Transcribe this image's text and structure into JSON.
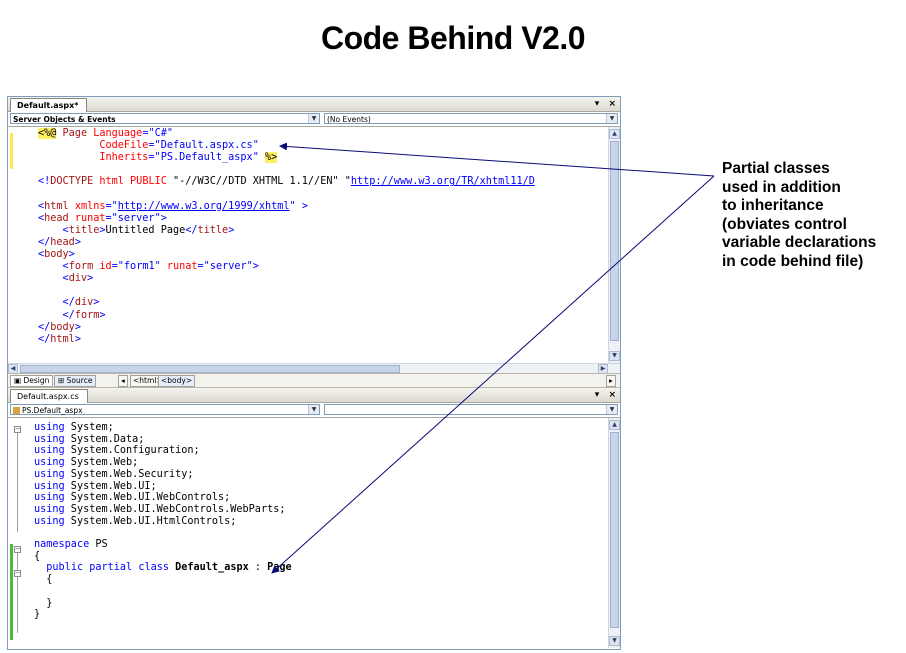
{
  "slide": {
    "title": "Code Behind V2.0",
    "callout_lines": [
      "Partial classes",
      "used in addition",
      "to inheritance",
      "(obviates control",
      "variable declarations",
      "in code behind file)"
    ]
  },
  "top_panel": {
    "tab_label": "Default.aspx*",
    "pin_icon": "▾",
    "close_icon": "×",
    "object_dropdown": "Server Objects & Events",
    "events_dropdown": "(No Events)",
    "code_lines": [
      [
        {
          "c": "asp",
          "t": "<%@"
        },
        {
          "c": "",
          "t": " "
        },
        {
          "c": "t",
          "t": "Page"
        },
        {
          "c": "",
          "t": " "
        },
        {
          "c": "a",
          "t": "Language"
        },
        {
          "c": "k",
          "t": "=\"C#\""
        }
      ],
      [
        {
          "c": "",
          "t": "          "
        },
        {
          "c": "a",
          "t": "CodeFile"
        },
        {
          "c": "k",
          "t": "=\"Default.aspx.cs\""
        }
      ],
      [
        {
          "c": "",
          "t": "          "
        },
        {
          "c": "a",
          "t": "Inherits"
        },
        {
          "c": "k",
          "t": "=\"PS.Default_aspx\""
        },
        {
          "c": "",
          "t": " "
        },
        {
          "c": "asp",
          "t": "%>"
        }
      ],
      [],
      [
        {
          "c": "k",
          "t": "<!"
        },
        {
          "c": "t",
          "t": "DOCTYPE"
        },
        {
          "c": "",
          "t": " "
        },
        {
          "c": "a",
          "t": "html"
        },
        {
          "c": "",
          "t": " "
        },
        {
          "c": "a",
          "t": "PUBLIC"
        },
        {
          "c": "",
          "t": " \"-//W3C//DTD XHTML 1.1//EN\" \""
        },
        {
          "c": "u",
          "t": "http://www.w3.org/TR/xhtml11/D"
        }
      ],
      [],
      [
        {
          "c": "k",
          "t": "<"
        },
        {
          "c": "t",
          "t": "html"
        },
        {
          "c": "",
          "t": " "
        },
        {
          "c": "a",
          "t": "xmlns"
        },
        {
          "c": "k",
          "t": "=\""
        },
        {
          "c": "u",
          "t": "http://www.w3.org/1999/xhtml"
        },
        {
          "c": "k",
          "t": "\""
        },
        {
          "c": "",
          "t": " "
        },
        {
          "c": "k",
          "t": ">"
        }
      ],
      [
        {
          "c": "k",
          "t": "<"
        },
        {
          "c": "t",
          "t": "head"
        },
        {
          "c": "",
          "t": " "
        },
        {
          "c": "a",
          "t": "runat"
        },
        {
          "c": "k",
          "t": "=\"server\">"
        }
      ],
      [
        {
          "c": "",
          "t": "    "
        },
        {
          "c": "k",
          "t": "<"
        },
        {
          "c": "t",
          "t": "title"
        },
        {
          "c": "k",
          "t": ">"
        },
        {
          "c": "",
          "t": "Untitled Page"
        },
        {
          "c": "k",
          "t": "</"
        },
        {
          "c": "t",
          "t": "title"
        },
        {
          "c": "k",
          "t": ">"
        }
      ],
      [
        {
          "c": "k",
          "t": "</"
        },
        {
          "c": "t",
          "t": "head"
        },
        {
          "c": "k",
          "t": ">"
        }
      ],
      [
        {
          "c": "k",
          "t": "<"
        },
        {
          "c": "t",
          "t": "body"
        },
        {
          "c": "k",
          "t": ">"
        }
      ],
      [
        {
          "c": "",
          "t": "    "
        },
        {
          "c": "k",
          "t": "<"
        },
        {
          "c": "t",
          "t": "form"
        },
        {
          "c": "",
          "t": " "
        },
        {
          "c": "a",
          "t": "id"
        },
        {
          "c": "k",
          "t": "=\"form1\""
        },
        {
          "c": "",
          "t": " "
        },
        {
          "c": "a",
          "t": "runat"
        },
        {
          "c": "k",
          "t": "=\"server\">"
        }
      ],
      [
        {
          "c": "",
          "t": "    "
        },
        {
          "c": "k",
          "t": "<"
        },
        {
          "c": "t",
          "t": "div"
        },
        {
          "c": "k",
          "t": ">"
        }
      ],
      [],
      [
        {
          "c": "",
          "t": "    "
        },
        {
          "c": "k",
          "t": "</"
        },
        {
          "c": "t",
          "t": "div"
        },
        {
          "c": "k",
          "t": ">"
        }
      ],
      [
        {
          "c": "",
          "t": "    "
        },
        {
          "c": "k",
          "t": "</"
        },
        {
          "c": "t",
          "t": "form"
        },
        {
          "c": "k",
          "t": ">"
        }
      ],
      [
        {
          "c": "k",
          "t": "</"
        },
        {
          "c": "t",
          "t": "body"
        },
        {
          "c": "k",
          "t": ">"
        }
      ],
      [
        {
          "c": "k",
          "t": "</"
        },
        {
          "c": "t",
          "t": "html"
        },
        {
          "c": "k",
          "t": ">"
        }
      ]
    ],
    "view_buttons": {
      "design": "Design",
      "source": "Source"
    },
    "tag_path": [
      "<html>",
      "<body>"
    ]
  },
  "bottom_panel": {
    "tab_label": "Default.aspx.cs",
    "pin_icon": "▾",
    "close_icon": "×",
    "class_dropdown": "PS.Default_aspx",
    "code_lines": [
      [
        {
          "c": "k",
          "t": "using"
        },
        {
          "c": "",
          "t": " System;"
        }
      ],
      [
        {
          "c": "k",
          "t": "using"
        },
        {
          "c": "",
          "t": " System.Data;"
        }
      ],
      [
        {
          "c": "k",
          "t": "using"
        },
        {
          "c": "",
          "t": " System.Configuration;"
        }
      ],
      [
        {
          "c": "k",
          "t": "using"
        },
        {
          "c": "",
          "t": " System.Web;"
        }
      ],
      [
        {
          "c": "k",
          "t": "using"
        },
        {
          "c": "",
          "t": " System.Web.Security;"
        }
      ],
      [
        {
          "c": "k",
          "t": "using"
        },
        {
          "c": "",
          "t": " System.Web.UI;"
        }
      ],
      [
        {
          "c": "k",
          "t": "using"
        },
        {
          "c": "",
          "t": " System.Web.UI.WebControls;"
        }
      ],
      [
        {
          "c": "k",
          "t": "using"
        },
        {
          "c": "",
          "t": " System.Web.UI.WebControls.WebParts;"
        }
      ],
      [
        {
          "c": "k",
          "t": "using"
        },
        {
          "c": "",
          "t": " System.Web.UI.HtmlControls;"
        }
      ],
      [],
      [
        {
          "c": "k",
          "t": "namespace"
        },
        {
          "c": "",
          "t": " PS"
        }
      ],
      [
        {
          "c": "",
          "t": "{"
        }
      ],
      [
        {
          "c": "",
          "t": "  "
        },
        {
          "c": "k",
          "t": "public"
        },
        {
          "c": "",
          "t": " "
        },
        {
          "c": "k",
          "t": "partial"
        },
        {
          "c": "",
          "t": " "
        },
        {
          "c": "k",
          "t": "class"
        },
        {
          "c": "",
          "t": " "
        },
        {
          "c": "ty",
          "t": "Default_aspx"
        },
        {
          "c": "",
          "t": " : "
        },
        {
          "c": "ty",
          "t": "Page"
        }
      ],
      [
        {
          "c": "",
          "t": "  {"
        }
      ],
      [],
      [
        {
          "c": "",
          "t": "  }"
        }
      ],
      [
        {
          "c": "",
          "t": "}"
        }
      ]
    ]
  }
}
